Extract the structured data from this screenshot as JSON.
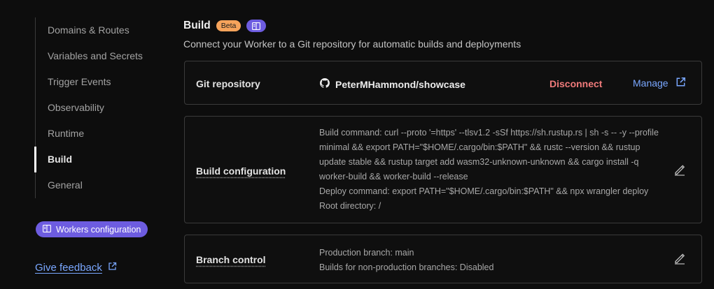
{
  "sidebar": {
    "items": [
      {
        "label": "Domains & Routes",
        "active": false
      },
      {
        "label": "Variables and Secrets",
        "active": false
      },
      {
        "label": "Trigger Events",
        "active": false
      },
      {
        "label": "Observability",
        "active": false
      },
      {
        "label": "Runtime",
        "active": false
      },
      {
        "label": "Build",
        "active": true
      },
      {
        "label": "General",
        "active": false
      }
    ],
    "workers_config_label": "Workers configuration",
    "feedback_label": "Give feedback"
  },
  "header": {
    "title": "Build",
    "beta_badge": "Beta",
    "subtitle": "Connect your Worker to a Git repository for automatic builds and deployments"
  },
  "git": {
    "label": "Git repository",
    "repo": "PeterMHammond/showcase",
    "disconnect": "Disconnect",
    "manage": "Manage"
  },
  "build_config": {
    "label": "Build configuration",
    "lines": [
      "Build command: curl --proto '=https' --tlsv1.2 -sSf https://sh.rustup.rs | sh -s -- -y --profile",
      "minimal && export PATH=\"$HOME/.cargo/bin:$PATH\" && rustc --version && rustup",
      "update stable && rustup target add wasm32-unknown-unknown && cargo install -q",
      "worker-build && worker-build --release",
      "Deploy command: export PATH=\"$HOME/.cargo/bin:$PATH\" && npx wrangler deploy",
      "Root directory: /"
    ]
  },
  "branch_control": {
    "label": "Branch control",
    "lines": [
      "Production branch: main",
      "Builds for non-production branches: Disabled"
    ]
  },
  "colors": {
    "accent_purple": "#6d5ce0",
    "beta_orange": "#f6a35b",
    "link_blue": "#7aa7ff",
    "danger_red": "#f07b7b"
  }
}
